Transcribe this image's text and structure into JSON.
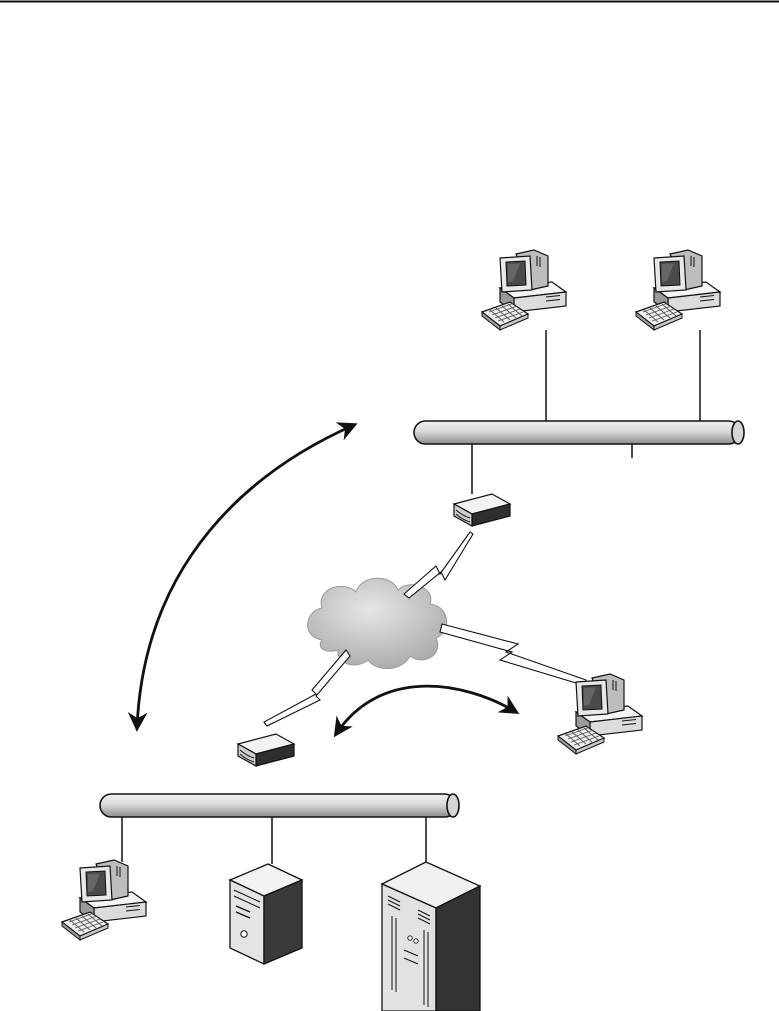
{
  "diagram": {
    "kind": "network-topology",
    "background": "#ffffff",
    "colors": {
      "line": "#111111",
      "bus_fill": "#c9c9c9",
      "cloud_fill": "#c6c6c6",
      "device_dark": "#2b2b2b",
      "device_light": "#e9e9e9"
    },
    "icons": [
      "top-rule",
      "workstation-icon",
      "network-bus-icon",
      "router-icon",
      "cloud-icon",
      "wan-link-icon",
      "server-tower-icon",
      "mainframe-server-icon",
      "double-headed-arrow-icon"
    ],
    "upper_lan": {
      "workstations": 2,
      "routers": 1
    },
    "lower_lan": {
      "workstations": 1,
      "server_towers": 1,
      "mainframe_servers": 1,
      "routers": 1
    },
    "remote_workstations": 1,
    "wan_links": 3,
    "double_headed_arrows": 2
  }
}
